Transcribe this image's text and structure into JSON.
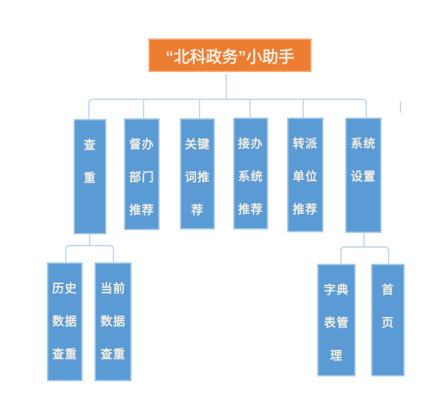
{
  "diagram": {
    "root": {
      "label": "“北科政务”小助手"
    },
    "branches": [
      {
        "label": "查重",
        "lines": [
          "查",
          "重"
        ],
        "children": [
          {
            "label": "历史数据查重",
            "lines": [
              "历史",
              "数据",
              "查重"
            ]
          },
          {
            "label": "当前数据查重",
            "lines": [
              "当前",
              "数据",
              "查重"
            ]
          }
        ]
      },
      {
        "label": "督办部门推荐",
        "lines": [
          "督办",
          "部门",
          "推荐"
        ],
        "children": []
      },
      {
        "label": "关键词推荐",
        "lines": [
          "关键",
          "词推",
          "荐"
        ],
        "children": []
      },
      {
        "label": "接办系统推荐",
        "lines": [
          "接办",
          "系统",
          "推荐"
        ],
        "children": []
      },
      {
        "label": "转派单位推荐",
        "lines": [
          "转派",
          "单位",
          "推荐"
        ],
        "children": []
      },
      {
        "label": "系统设置",
        "lines": [
          "系统",
          "设置"
        ],
        "children": [
          {
            "label": "字典表管理",
            "lines": [
              "字典",
              "表管",
              "理"
            ]
          },
          {
            "label": "首页",
            "lines": [
              "首",
              "页"
            ]
          }
        ]
      }
    ],
    "colors": {
      "root_fill": "#ed7d31",
      "node_fill": "#5b9bd5",
      "node_text": "#f2ede2",
      "connector": "#aecbea",
      "background": "#ffffff"
    }
  }
}
